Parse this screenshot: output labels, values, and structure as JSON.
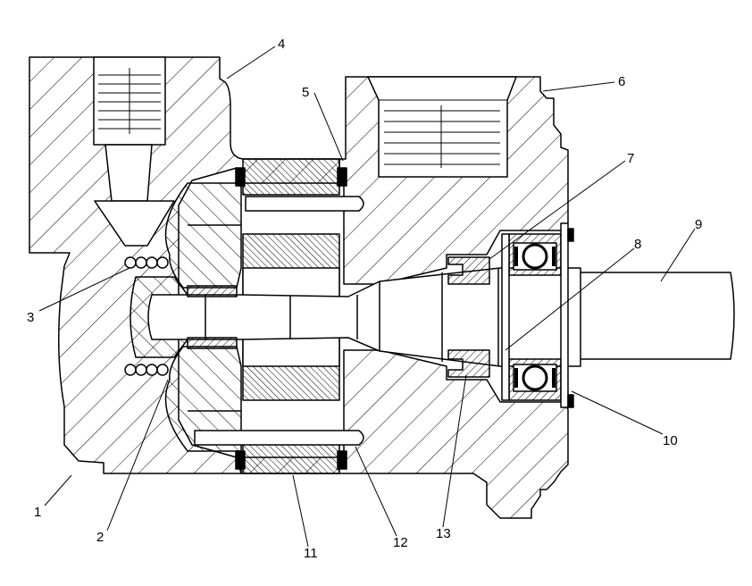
{
  "diagram": {
    "callouts": [
      {
        "id": "1",
        "label": "1"
      },
      {
        "id": "2",
        "label": "2"
      },
      {
        "id": "3",
        "label": "3"
      },
      {
        "id": "4",
        "label": "4"
      },
      {
        "id": "5",
        "label": "5"
      },
      {
        "id": "6",
        "label": "6"
      },
      {
        "id": "7",
        "label": "7"
      },
      {
        "id": "8",
        "label": "8"
      },
      {
        "id": "9",
        "label": "9"
      },
      {
        "id": "10",
        "label": "10"
      },
      {
        "id": "11",
        "label": "11"
      },
      {
        "id": "12",
        "label": "12"
      },
      {
        "id": "13",
        "label": "13"
      }
    ],
    "colors": {
      "ink": "#000000",
      "paper": "#ffffff"
    }
  }
}
